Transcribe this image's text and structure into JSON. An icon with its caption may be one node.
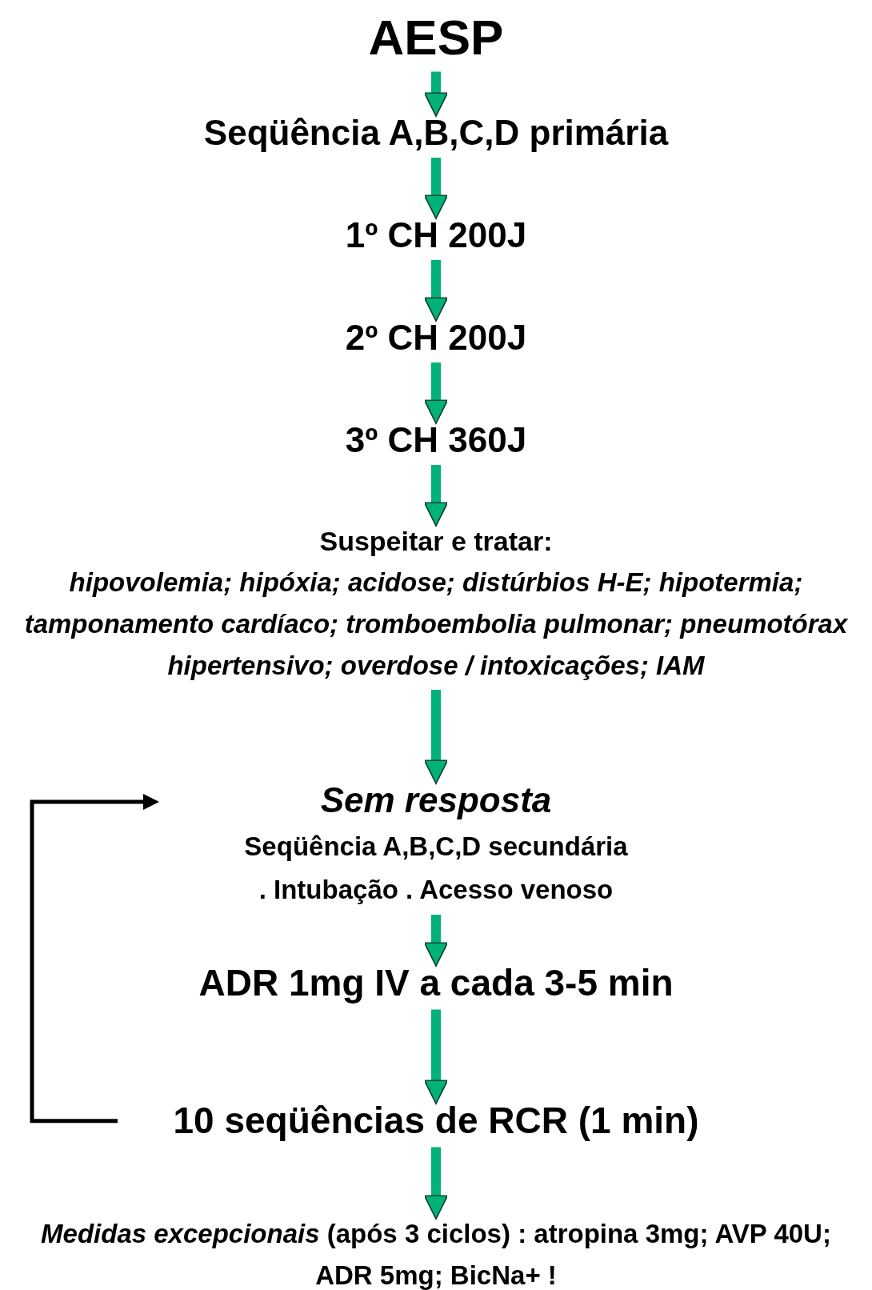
{
  "diagram": {
    "nodes": [
      {
        "text": [
          "AESP"
        ]
      },
      {
        "text": [
          "Seqüência A,B,C,D primária"
        ]
      },
      {
        "text": [
          "1º CH 200J"
        ]
      },
      {
        "text": [
          "2º CH 200J"
        ]
      },
      {
        "text": [
          "3º CH 360J"
        ]
      },
      {
        "text": [
          "Suspeitar e tratar:",
          "hipovolemia; hipóxia; acidose; distúrbios H-E; hipotermia; tamponamento cardíaco; tromboembolia pulmonar; pneumotórax hipertensivo; overdose / intoxicações; IAM"
        ]
      },
      {
        "text": [
          "Sem resposta",
          "Seqüência A,B,C,D secundária",
          ". Intubação . Acesso venoso"
        ]
      },
      {
        "text": [
          "ADR 1mg IV a cada 3-5 min"
        ]
      },
      {
        "text": [
          "10 seqüências de RCR (1 min)"
        ]
      },
      {
        "text": [
          "*Medidas excepcionais* (após 3 ciclos) : atropina 3mg; AVP 40U; ADR 5mg; BicNa+ !"
        ]
      }
    ],
    "edges": [
      {
        "from": 0,
        "to": 1,
        "arrow": "to"
      },
      {
        "from": 1,
        "to": 2,
        "arrow": "to"
      },
      {
        "from": 2,
        "to": 3,
        "arrow": "to"
      },
      {
        "from": 3,
        "to": 4,
        "arrow": "to"
      },
      {
        "from": 4,
        "to": 5,
        "arrow": "to"
      },
      {
        "from": 5,
        "to": 6,
        "arrow": "to"
      },
      {
        "from": 6,
        "to": 7,
        "arrow": "to"
      },
      {
        "from": 7,
        "to": 8,
        "arrow": "to"
      },
      {
        "from": 8,
        "to": 9,
        "arrow": "to"
      },
      {
        "from": 8,
        "to": 6,
        "arrow": "to",
        "color": "#000000"
      }
    ]
  }
}
